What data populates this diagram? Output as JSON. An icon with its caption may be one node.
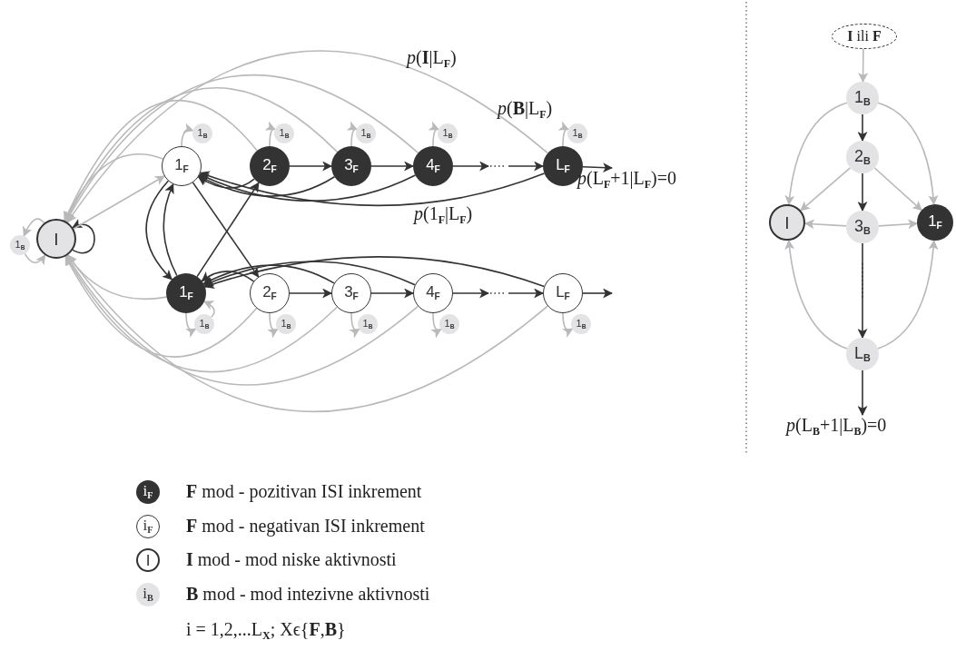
{
  "diagram": {
    "nodes": [
      {
        "text": [
          "I"
        ]
      },
      {
        "text": [
          "1$_{B}$"
        ]
      },
      {
        "text": [
          "1$_{F}$"
        ]
      },
      {
        "text": [
          "2$_{F}$"
        ]
      },
      {
        "text": [
          "3$_{F}$"
        ]
      },
      {
        "text": [
          "4$_{F}$"
        ]
      },
      {
        "text": [
          "L$_{F}$"
        ]
      },
      {
        "text": [
          "1$_{B}$"
        ]
      },
      {
        "text": [
          "1$_{B}$"
        ]
      },
      {
        "text": [
          "1$_{B}$"
        ]
      },
      {
        "text": [
          "1$_{B}$"
        ]
      },
      {
        "text": [
          "1$_{B}$"
        ]
      },
      {
        "text": [
          "1$_{F}$"
        ]
      },
      {
        "text": [
          "2$_{F}$"
        ]
      },
      {
        "text": [
          "3$_{F}$"
        ]
      },
      {
        "text": [
          "4$_{F}$"
        ]
      },
      {
        "text": [
          "L$_{F}$"
        ]
      },
      {
        "text": [
          "1$_{B}$"
        ]
      },
      {
        "text": [
          "1$_{B}$"
        ]
      },
      {
        "text": [
          "1$_{B}$"
        ]
      },
      {
        "text": [
          "1$_{B}$"
        ]
      },
      {
        "text": [
          "1$_{B}$"
        ]
      },
      {
        "text": [
          "**I** ili **F**"
        ]
      },
      {
        "text": [
          "1$_{B}$"
        ]
      },
      {
        "text": [
          "2$_{B}$"
        ]
      },
      {
        "text": [
          "3$_{B}$"
        ]
      },
      {
        "text": [
          "L$_{B}$"
        ]
      },
      {
        "text": [
          "I"
        ]
      },
      {
        "text": [
          "1$_{F}$"
        ]
      },
      {
        "text": [
          "i$_{F}$"
        ],
        "beside": [
          "**F** mod - pozitivan ISI inkrement"
        ]
      },
      {
        "text": [
          "i$_{F}$"
        ],
        "beside": [
          "**F** mod - negativan ISI inkrement"
        ]
      },
      {
        "text": [
          "I"
        ],
        "beside": [
          "**I** mod - mod niske aktivnosti"
        ]
      },
      {
        "text": [
          "i$_{B}$"
        ],
        "beside": [
          "**B** mod - mod intezivne aktivnosti"
        ]
      },
      {
        "text": [
          "*p*(L$_{F}$+1|L$_{F}$)=0"
        ]
      },
      {
        "text": [
          "*p*(L$_{B}$+1|L$_{B}$)=0"
        ]
      }
    ],
    "edges": [
      {
        "from": 3,
        "to": 4,
        "arrow": "to",
        "color": "#333333"
      },
      {
        "from": 4,
        "to": 5,
        "arrow": "to",
        "color": "#333333"
      },
      {
        "from": 5,
        "to": null,
        "arrow": "to",
        "color": "#333333"
      },
      {
        "from": null,
        "to": 6,
        "arrow": "to",
        "color": "#333333"
      },
      {
        "from": 6,
        "to": 33,
        "arrow": "to",
        "color": "#333333"
      },
      {
        "from": 13,
        "to": 14,
        "arrow": "to",
        "color": "#333333"
      },
      {
        "from": 14,
        "to": 15,
        "arrow": "to",
        "color": "#333333"
      },
      {
        "from": 15,
        "to": null,
        "arrow": "to",
        "color": "#333333"
      },
      {
        "from": null,
        "to": 16,
        "arrow": "to",
        "color": "#333333"
      },
      {
        "from": 16,
        "to": null,
        "arrow": "to",
        "color": "#333333"
      },
      {
        "from": 3,
        "to": 2,
        "arrow": "to",
        "color": "#333333"
      },
      {
        "from": 4,
        "to": 2,
        "arrow": "to",
        "color": "#333333"
      },
      {
        "from": 5,
        "to": 2,
        "arrow": "to",
        "color": "#333333"
      },
      {
        "from": 6,
        "to": 2,
        "arrow": "to",
        "color": "#333333"
      },
      {
        "from": 13,
        "to": 12,
        "arrow": "to",
        "color": "#333333"
      },
      {
        "from": 14,
        "to": 12,
        "arrow": "to",
        "color": "#333333"
      },
      {
        "from": 15,
        "to": 12,
        "arrow": "to",
        "color": "#333333"
      },
      {
        "from": 16,
        "to": 12,
        "arrow": "to",
        "color": "#333333"
      },
      {
        "from": 2,
        "to": 13,
        "arrow": "to",
        "color": "#333333"
      },
      {
        "from": 12,
        "to": 3,
        "arrow": "to",
        "color": "#333333"
      },
      {
        "from": 2,
        "to": 12,
        "arrow": "to",
        "color": "#333333"
      },
      {
        "from": 12,
        "to": 2,
        "arrow": "to",
        "color": "#333333"
      },
      {
        "from": 0,
        "to": 0,
        "arrow": "to",
        "color": "#333333"
      },
      {
        "from": 23,
        "to": 24,
        "arrow": "to",
        "color": "#333333"
      },
      {
        "from": 24,
        "to": 25,
        "arrow": "to",
        "color": "#333333"
      },
      {
        "from": 25,
        "to": 26,
        "arrow": "to",
        "color": "#333333"
      },
      {
        "from": 26,
        "to": 34,
        "arrow": "to",
        "color": "#333333"
      },
      {
        "from": 0,
        "to": 1,
        "arrow": "to"
      },
      {
        "from": 1,
        "to": 0,
        "arrow": "to"
      },
      {
        "from": 2,
        "to": 7,
        "arrow": "to"
      },
      {
        "from": 3,
        "to": 8,
        "arrow": "to"
      },
      {
        "from": 4,
        "to": 9,
        "arrow": "to"
      },
      {
        "from": 5,
        "to": 10,
        "arrow": "to"
      },
      {
        "from": 6,
        "to": 11,
        "arrow": "to"
      },
      {
        "from": 12,
        "to": 17,
        "arrow": "to"
      },
      {
        "from": 13,
        "to": 18,
        "arrow": "to"
      },
      {
        "from": 14,
        "to": 19,
        "arrow": "to"
      },
      {
        "from": 15,
        "to": 20,
        "arrow": "to"
      },
      {
        "from": 16,
        "to": 21,
        "arrow": "to"
      },
      {
        "from": 17,
        "to": 12,
        "arrow": "to"
      },
      {
        "from": 2,
        "to": 0,
        "arrow": "to"
      },
      {
        "from": 3,
        "to": 0,
        "arrow": "to"
      },
      {
        "from": 4,
        "to": 0,
        "arrow": "to"
      },
      {
        "from": 5,
        "to": 0,
        "arrow": "to"
      },
      {
        "from": 6,
        "to": 0,
        "arrow": "to"
      },
      {
        "from": 12,
        "to": 0,
        "arrow": "to"
      },
      {
        "from": 13,
        "to": 0,
        "arrow": "to"
      },
      {
        "from": 14,
        "to": 0,
        "arrow": "to"
      },
      {
        "from": 15,
        "to": 0,
        "arrow": "to"
      },
      {
        "from": 16,
        "to": 0,
        "arrow": "to"
      },
      {
        "from": 0,
        "to": 2,
        "arrow": "to"
      },
      {
        "from": 22,
        "to": 23,
        "arrow": "to"
      },
      {
        "from": 23,
        "to": 27,
        "arrow": "to"
      },
      {
        "from": 23,
        "to": 28,
        "arrow": "to"
      },
      {
        "from": 24,
        "to": 27,
        "arrow": "to"
      },
      {
        "from": 24,
        "to": 28,
        "arrow": "to"
      },
      {
        "from": 25,
        "to": 27,
        "arrow": "to"
      },
      {
        "from": 25,
        "to": 28,
        "arrow": "to"
      },
      {
        "from": 26,
        "to": 27,
        "arrow": "to"
      },
      {
        "from": 26,
        "to": 28,
        "arrow": "to"
      }
    ],
    "labels": [
      "*p*(**I**|L$_{F}$)",
      "*p*(**B**|L$_{F}$)",
      "*p*(1$_{F}$|L$_{F}$)",
      "i = 1,2,...L$_{X}$; Xϵ{**F**,**B**}"
    ]
  }
}
